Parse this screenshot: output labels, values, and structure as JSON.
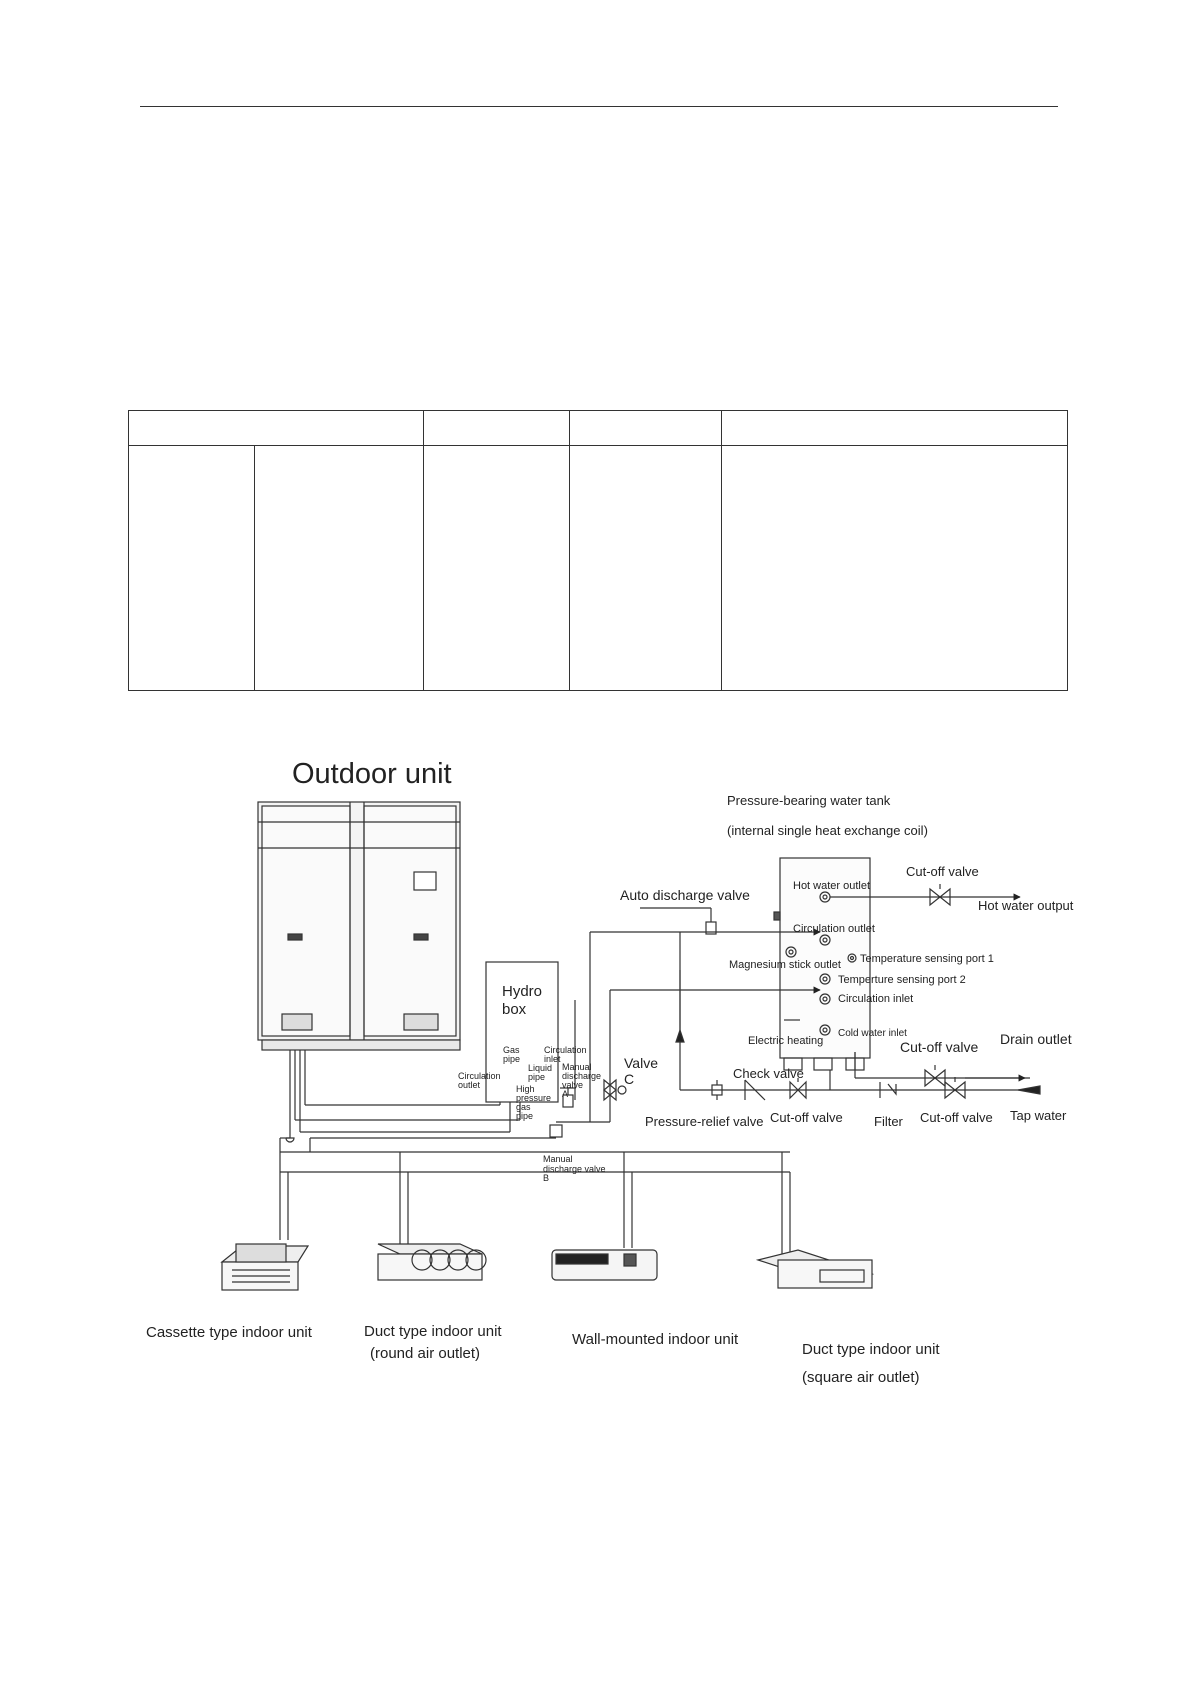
{
  "diagram": {
    "outdoor_unit": "Outdoor unit",
    "tank_title": "Pressure-bearing water tank",
    "tank_subtitle": "(internal single heat exchange coil)",
    "hydro_box": [
      "Hydro",
      "box"
    ],
    "tank_ports": {
      "hot_water_outlet": "Hot water outlet",
      "circulation_outlet": "Circulation outlet",
      "magnesium_stick_outlet": "Magnesium stick outlet",
      "temp_port_1": "Temperature sensing port 1",
      "temp_port_2": "Temperture sensing port 2",
      "circulation_inlet": "Circulation inlet",
      "electric_heating": "Electric heating",
      "cold_water_inlet": "Cold water inlet"
    },
    "hydro_labels": {
      "gas_pipe": [
        "Gas",
        "pipe"
      ],
      "circulation_inlet": [
        "Circulation",
        "inlet"
      ],
      "liquid_pipe": [
        "Liquid",
        "pipe"
      ],
      "circulation_outlet": [
        "Circulation",
        "outlet"
      ],
      "high_pressure_gas_pipe": [
        "High",
        "pressure",
        "gas",
        "pipe"
      ],
      "manual_valve_a": [
        "Manual",
        "discharge",
        "valve",
        "A"
      ],
      "manual_valve_b": [
        "Manual",
        "discharge valve",
        "B"
      ]
    },
    "valves": {
      "auto_discharge": "Auto discharge valve",
      "cutoff_top": "Cut-off valve",
      "hot_water_output": "Hot water output",
      "cutoff_drain": "Cut-off valve",
      "drain_outlet": "Drain outlet",
      "valve_c": [
        "Valve",
        "C"
      ],
      "check_valve": "Check valve",
      "pressure_relief": "Pressure-relief valve",
      "cutoff_bottom": "Cut-off valve",
      "filter": "Filter",
      "cutoff_tap": "Cut-off valve",
      "tap_water": "Tap water"
    },
    "indoor_units": {
      "cassette": "Cassette type indoor unit",
      "duct_round": [
        "Duct type indoor unit",
        "(round air outlet)"
      ],
      "wall": "Wall-mounted indoor unit",
      "duct_square": [
        "Duct type indoor unit",
        "(square air outlet)"
      ]
    }
  }
}
